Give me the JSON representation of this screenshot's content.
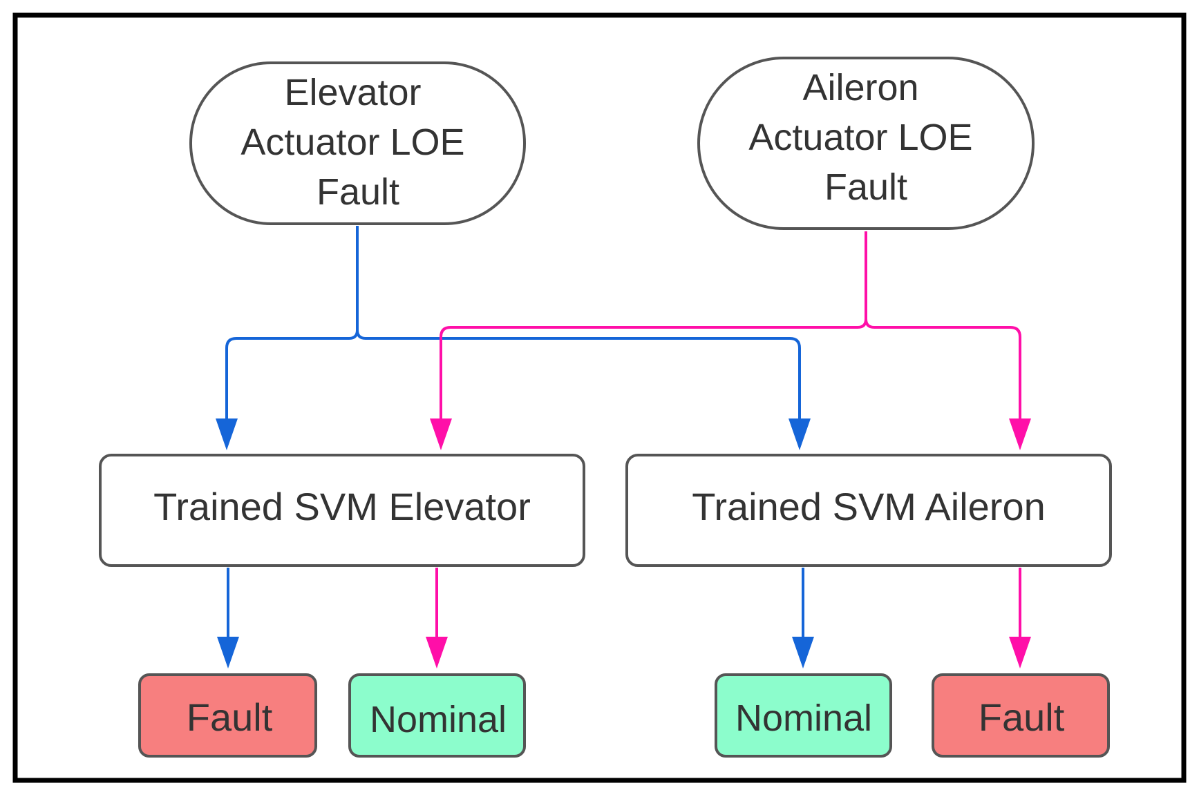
{
  "nodes": {
    "elevator_fault_source": {
      "lines": [
        "Elevator",
        "Actuator LOE",
        "Fault"
      ]
    },
    "aileron_fault_source": {
      "lines": [
        "Aileron",
        "Actuator LOE",
        "Fault"
      ]
    },
    "svm_elevator": {
      "label": "Trained SVM Elevator"
    },
    "svm_aileron": {
      "label": "Trained SVM Aileron"
    },
    "elevator_out_fault": {
      "label": "Fault"
    },
    "elevator_out_nominal": {
      "label": "Nominal"
    },
    "aileron_out_nominal": {
      "label": "Nominal"
    },
    "aileron_out_fault": {
      "label": "Fault"
    }
  },
  "colors": {
    "elevator_path": "#1565d8",
    "aileron_path": "#ff0fa8",
    "fault_fill": "#f77f7f",
    "nominal_fill": "#8cfdcc",
    "node_stroke": "#555555",
    "frame": "#000000",
    "text": "#333333"
  }
}
